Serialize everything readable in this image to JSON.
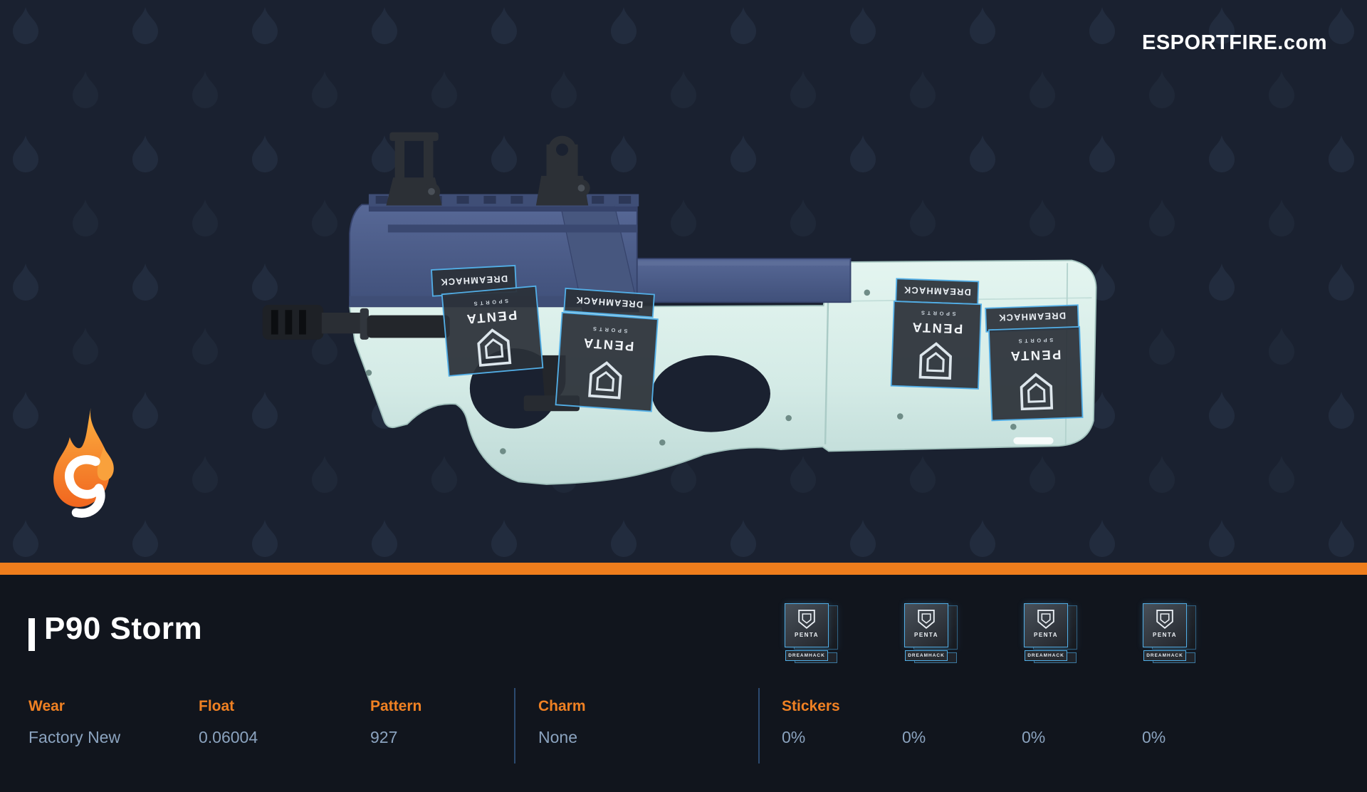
{
  "brand": {
    "text": "ESPORTFIRE.com"
  },
  "item": {
    "title": "P90 Storm",
    "fields": [
      {
        "label": "Wear",
        "value": "Factory New"
      },
      {
        "label": "Float",
        "value": "0.06004"
      },
      {
        "label": "Pattern",
        "value": "927"
      },
      {
        "label": "Charm",
        "value": "None"
      },
      {
        "label": "Stickers",
        "value": ""
      }
    ],
    "sticker_wears": [
      "0%",
      "0%",
      "0%",
      "0%"
    ],
    "sticker_slots": [
      {
        "brand": "PENTA",
        "event": "DREAMHACK"
      },
      {
        "brand": "PENTA",
        "event": "DREAMHACK"
      },
      {
        "brand": "PENTA",
        "event": "DREAMHACK"
      },
      {
        "brand": "PENTA",
        "event": "DREAMHACK"
      }
    ]
  },
  "weapon": {
    "name": "P90 Storm",
    "skin_color": "#d5ebe6",
    "receiver_color": "#4e5f88",
    "sticker_brand": "PENTA",
    "sticker_sub": "SPORTS",
    "sticker_event": "DREAMHACK"
  },
  "colors": {
    "accent": "#ee7d1c",
    "hero_bg": "#1a2130",
    "panel_bg": "#11151d",
    "label": "#f08123",
    "value": "#8ba3bf",
    "sticker_border": "#52aee6"
  }
}
